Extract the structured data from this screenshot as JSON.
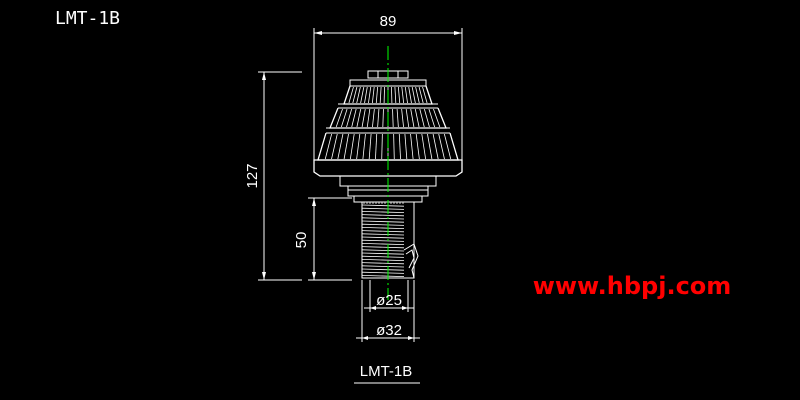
{
  "drawing": {
    "title_top": "LMT-1B",
    "title_bottom": "LMT-1B",
    "website": "www.hbpj.com",
    "dimensions": {
      "cap_width": "89",
      "total_height": "127",
      "stem_height": "50",
      "inner_diameter": "ø25",
      "outer_diameter": "ø32"
    }
  },
  "colors": {
    "background": "#000000",
    "lines": "#ffffff",
    "centerline": "#00ff00",
    "website": "#ff0000"
  }
}
